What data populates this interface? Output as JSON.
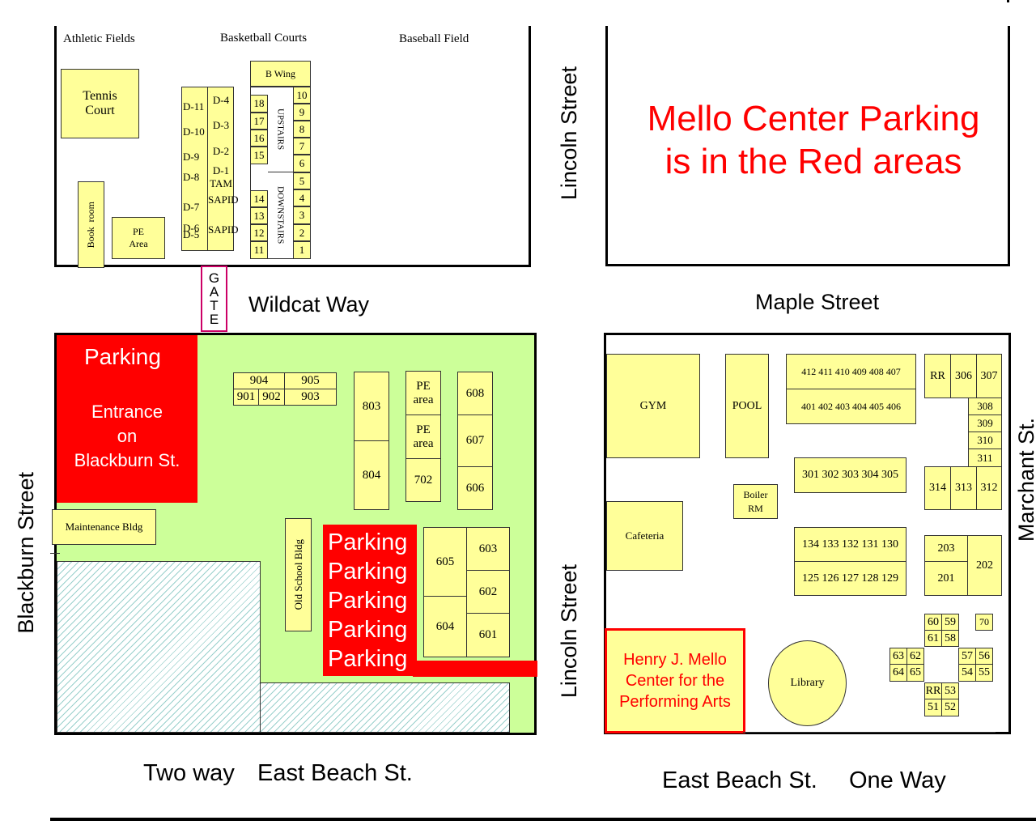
{
  "title": {
    "line1": "Mello Center Parking",
    "line2": "is in the Red areas"
  },
  "streets": {
    "lincoln_top": "Lincoln Street",
    "lincoln_bottom": "Lincoln Street",
    "wildcat": "Wildcat Way",
    "maple": "Maple Street",
    "blackburn": "Blackburn Street",
    "marchant": "Marchant St.",
    "two_way": "Two way",
    "east_beach_left": "East Beach St.",
    "east_beach_right": "East Beach St.",
    "one_way": "One Way"
  },
  "gate": [
    "G",
    "A",
    "T",
    "E"
  ],
  "top_left": {
    "athletic": "Athletic Fields",
    "basketball": "Basketball Courts",
    "baseball": "Baseball Field",
    "tennis": [
      "Tennis",
      "Court"
    ],
    "book_room": "Book  room",
    "pe_area": [
      "PE",
      "Area"
    ],
    "b_wing": "B Wing",
    "upstairs": "UPSTAIRS",
    "downstairs": "DOWNSTAIRS",
    "d_left": [
      "D-11",
      "D-10",
      "D-9",
      "D-8",
      "D-7",
      "D-6",
      "D-5"
    ],
    "d_right": [
      "D-4",
      "D-3",
      "D-2",
      "D-1",
      "TAM",
      "SAPID",
      "SAPID"
    ],
    "rooms_left": [
      "18",
      "17",
      "16",
      "15",
      "14",
      "13",
      "12",
      "11"
    ],
    "rooms_right": [
      "10",
      "9",
      "8",
      "7",
      "6",
      "5",
      "4",
      "3",
      "2",
      "1"
    ]
  },
  "bottom_left": {
    "parking_entrance": [
      "Parking",
      "Entrance",
      "on",
      "Blackburn St."
    ],
    "parking_rows": [
      "Parking",
      "Parking",
      "Parking",
      "Parking",
      "Parking"
    ],
    "maintenance": "Maintenance Bldg",
    "old_school": "Old School Bldg",
    "rooms_900_top": [
      "904",
      "905"
    ],
    "rooms_900_bottom": [
      "901",
      "902",
      "903"
    ],
    "room_803": "803",
    "room_804": "804",
    "pe_area_1": [
      "PE",
      "area"
    ],
    "pe_area_2": [
      "PE",
      "area"
    ],
    "room_702": "702",
    "room_608": "608",
    "room_607": "607",
    "room_606": "606",
    "room_605": "605",
    "room_604": "604",
    "room_603": "603",
    "room_602": "602",
    "room_601": "601"
  },
  "bottom_right": {
    "gym": "GYM",
    "pool": "POOL",
    "cafeteria": "Cafeteria",
    "boiler": [
      "Boiler",
      "RM"
    ],
    "library": "Library",
    "mello_center": [
      "Henry J. Mello",
      "Center for the",
      "Performing Arts"
    ],
    "r400_top": "412 411 410 409 408 407",
    "r400_bottom": "401 402 403 404 405 406",
    "r300": "301 302 303 304 305",
    "r130_top": "134 133 132 131 130",
    "r130_bottom": "125 126 127 128 129",
    "rr_1": "RR",
    "room_306": "306",
    "room_307": "307",
    "rooms_308_311": [
      "308",
      "309",
      "310",
      "311"
    ],
    "room_314": "314",
    "room_313": "313",
    "room_312": "312",
    "room_203": "203",
    "room_201": "201",
    "room_202": "202",
    "room_60": "60",
    "room_59": "59",
    "room_61": "61",
    "room_58": "58",
    "room_70": "70",
    "room_63": "63",
    "room_62": "62",
    "room_64": "64",
    "room_65": "65",
    "room_57": "57",
    "room_56": "56",
    "room_54": "54",
    "room_55": "55",
    "rr_2": "RR",
    "room_53": "53",
    "room_51": "51",
    "room_52": "52"
  },
  "colors": {
    "parking_red": "#ff0000",
    "lawn_green": "#ccff99",
    "building_yellow": "#ffff99",
    "gate_pink": "#cc0066"
  }
}
